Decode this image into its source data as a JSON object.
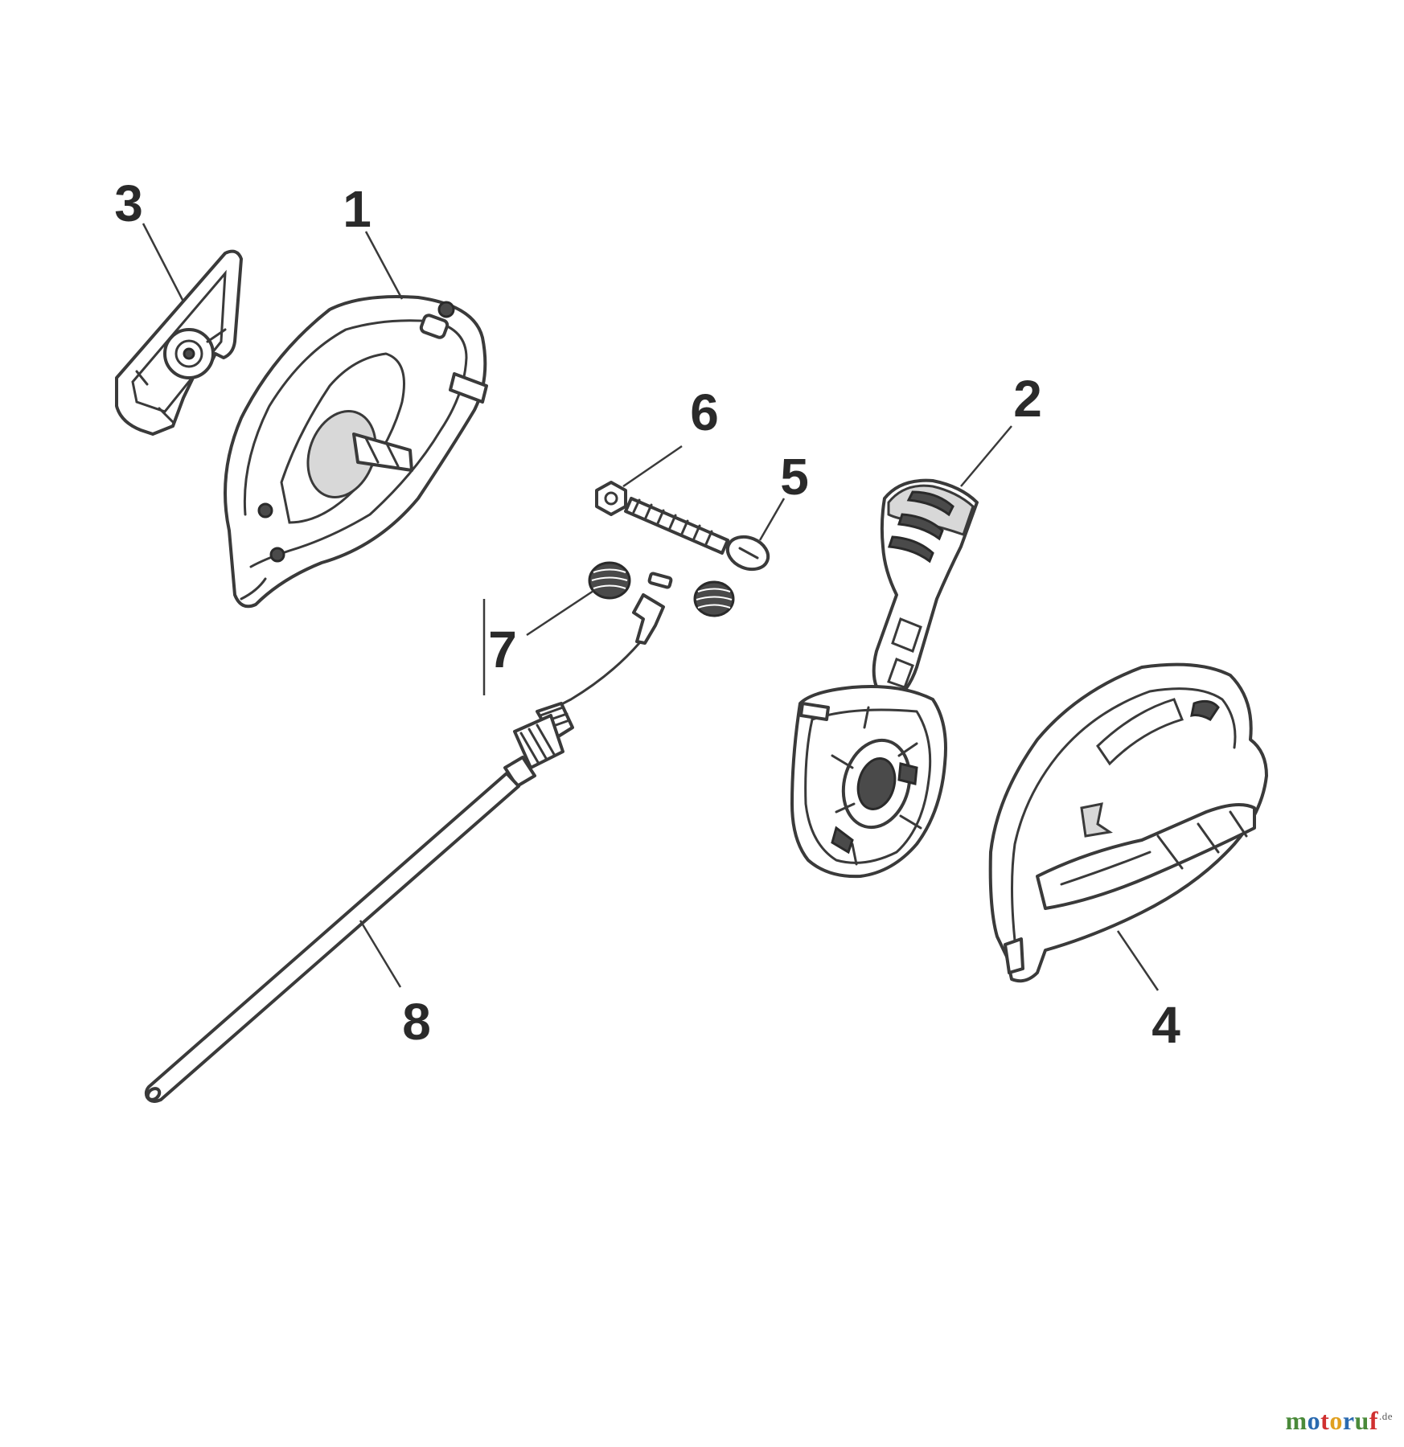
{
  "callouts": [
    {
      "id": "part-1",
      "label": "1"
    },
    {
      "id": "part-2",
      "label": "2"
    },
    {
      "id": "part-3",
      "label": "3"
    },
    {
      "id": "part-4",
      "label": "4"
    },
    {
      "id": "part-5",
      "label": "5"
    },
    {
      "id": "part-6",
      "label": "6"
    },
    {
      "id": "part-7",
      "label": "7"
    },
    {
      "id": "part-8",
      "label": "8"
    }
  ],
  "watermark": {
    "letters": [
      "m",
      "o",
      "t",
      "o",
      "r",
      "u",
      "f"
    ],
    "letter_colors": [
      "#4a8a3a",
      "#2a6ab0",
      "#d03030",
      "#e0a020",
      "#2a6ab0",
      "#4a8a3a",
      "#d03030"
    ],
    "tld": ".de"
  }
}
